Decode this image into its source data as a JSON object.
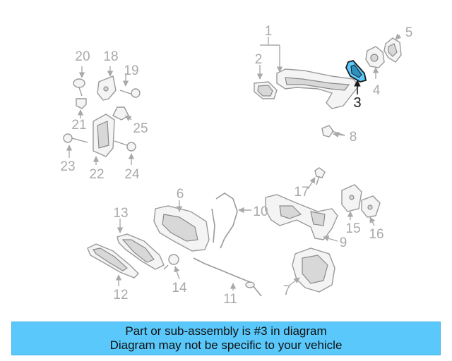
{
  "highlight_color": "#5ac8fa",
  "labels": {
    "l1": "1",
    "l2": "2",
    "l3": "3",
    "l4": "4",
    "l5": "5",
    "l6": "6",
    "l7": "7",
    "l8": "8",
    "l9": "9",
    "l10": "10",
    "l11": "11",
    "l12": "12",
    "l13": "13",
    "l14": "14",
    "l15": "15",
    "l16": "16",
    "l17": "17",
    "l18": "18",
    "l19": "19",
    "l20": "20",
    "l21": "21",
    "l22": "22",
    "l23": "23",
    "l24": "24",
    "l25": "25"
  },
  "banner": {
    "line1": "Part or sub-assembly is #3 in diagram",
    "line2": "Diagram may not be specific to your vehicle"
  }
}
